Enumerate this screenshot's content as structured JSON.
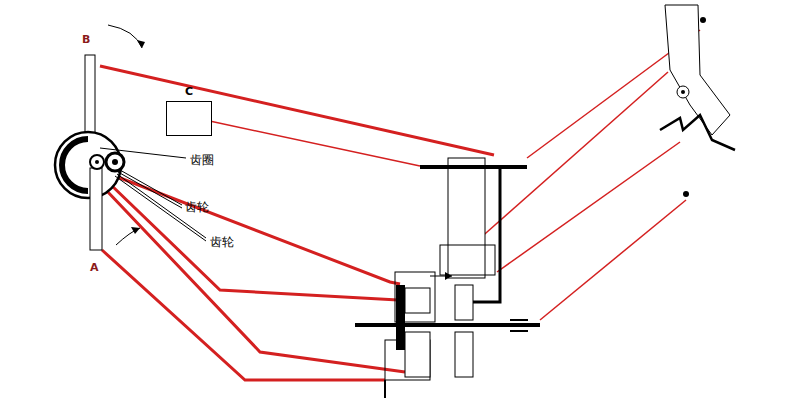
{
  "diagram": {
    "nodes": [
      {
        "text": [
          "C"
        ]
      }
    ],
    "labels": [
      "B",
      "齿圈",
      "齿轮",
      "齿轮",
      "A"
    ]
  }
}
